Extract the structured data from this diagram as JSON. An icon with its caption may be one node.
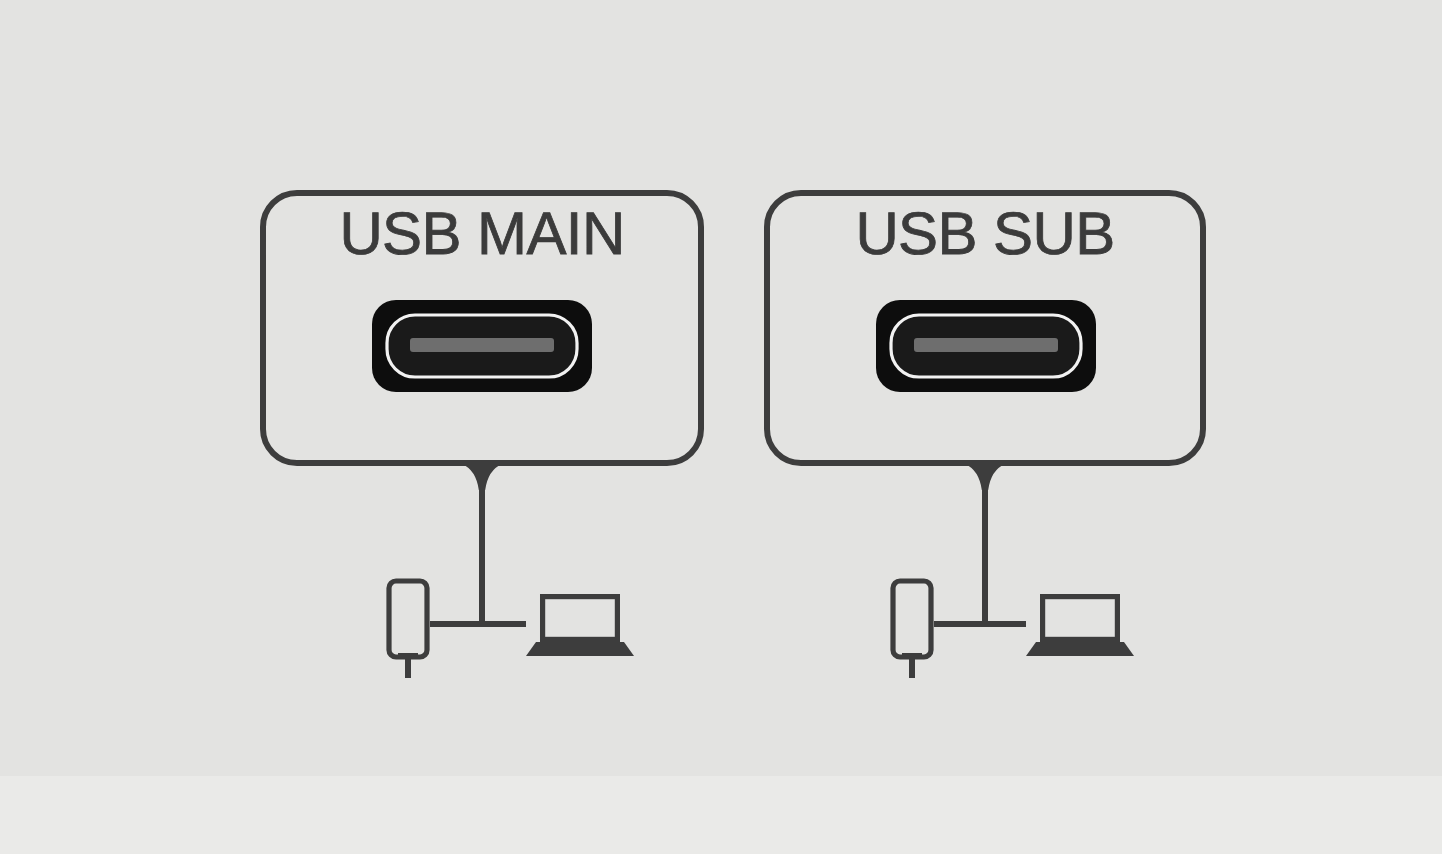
{
  "diagram": {
    "nodes": [
      {
        "text": [
          "USB MAIN"
        ]
      },
      {
        "text": [
          "USB SUB"
        ]
      },
      {
        "text": [],
        "shape": "phone"
      },
      {
        "text": [],
        "shape": "laptop"
      },
      {
        "text": [],
        "shape": "phone"
      },
      {
        "text": [],
        "shape": "laptop"
      }
    ],
    "edges": [
      {
        "from": 0,
        "to": 2,
        "arrow": "none"
      },
      {
        "from": 0,
        "to": 3,
        "arrow": "none"
      },
      {
        "from": 1,
        "to": 4,
        "arrow": "none"
      },
      {
        "from": 1,
        "to": 5,
        "arrow": "none"
      }
    ]
  }
}
